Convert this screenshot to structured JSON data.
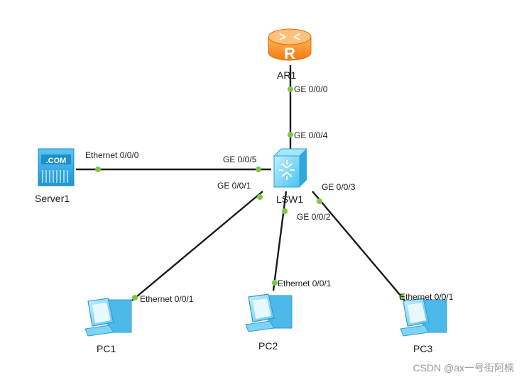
{
  "devices": {
    "router": {
      "label": "AR1",
      "glyph": "R",
      "icon": "router-icon"
    },
    "switch": {
      "label": "LSW1",
      "icon": "switch-icon"
    },
    "server": {
      "label": "Server1",
      "glyph": ".COM",
      "icon": "server-icon"
    },
    "pc1": {
      "label": "PC1",
      "icon": "pc-icon"
    },
    "pc2": {
      "label": "PC2",
      "icon": "pc-icon"
    },
    "pc3": {
      "label": "PC3",
      "icon": "pc-icon"
    }
  },
  "ports": {
    "ar1_ge000": "GE 0/0/0",
    "lsw_ge004": "GE 0/0/4",
    "lsw_ge005": "GE 0/0/5",
    "lsw_ge001": "GE 0/0/1",
    "lsw_ge002": "GE 0/0/2",
    "lsw_ge003": "GE 0/0/3",
    "server_eth000": "Ethernet 0/0/0",
    "pc1_eth001": "Ethernet 0/0/1",
    "pc2_eth001": "Ethernet 0/0/1",
    "pc3_eth001": "Ethernet 0/0/1"
  },
  "colors": {
    "router": "#f7931e",
    "switch": "#6ecff6",
    "server": "#29a8e0",
    "pc": "#7fd3f7",
    "port_dot": "#7ac943",
    "link": "#1a1a1a"
  },
  "watermark": "CSDN @ax一号街阿楠"
}
